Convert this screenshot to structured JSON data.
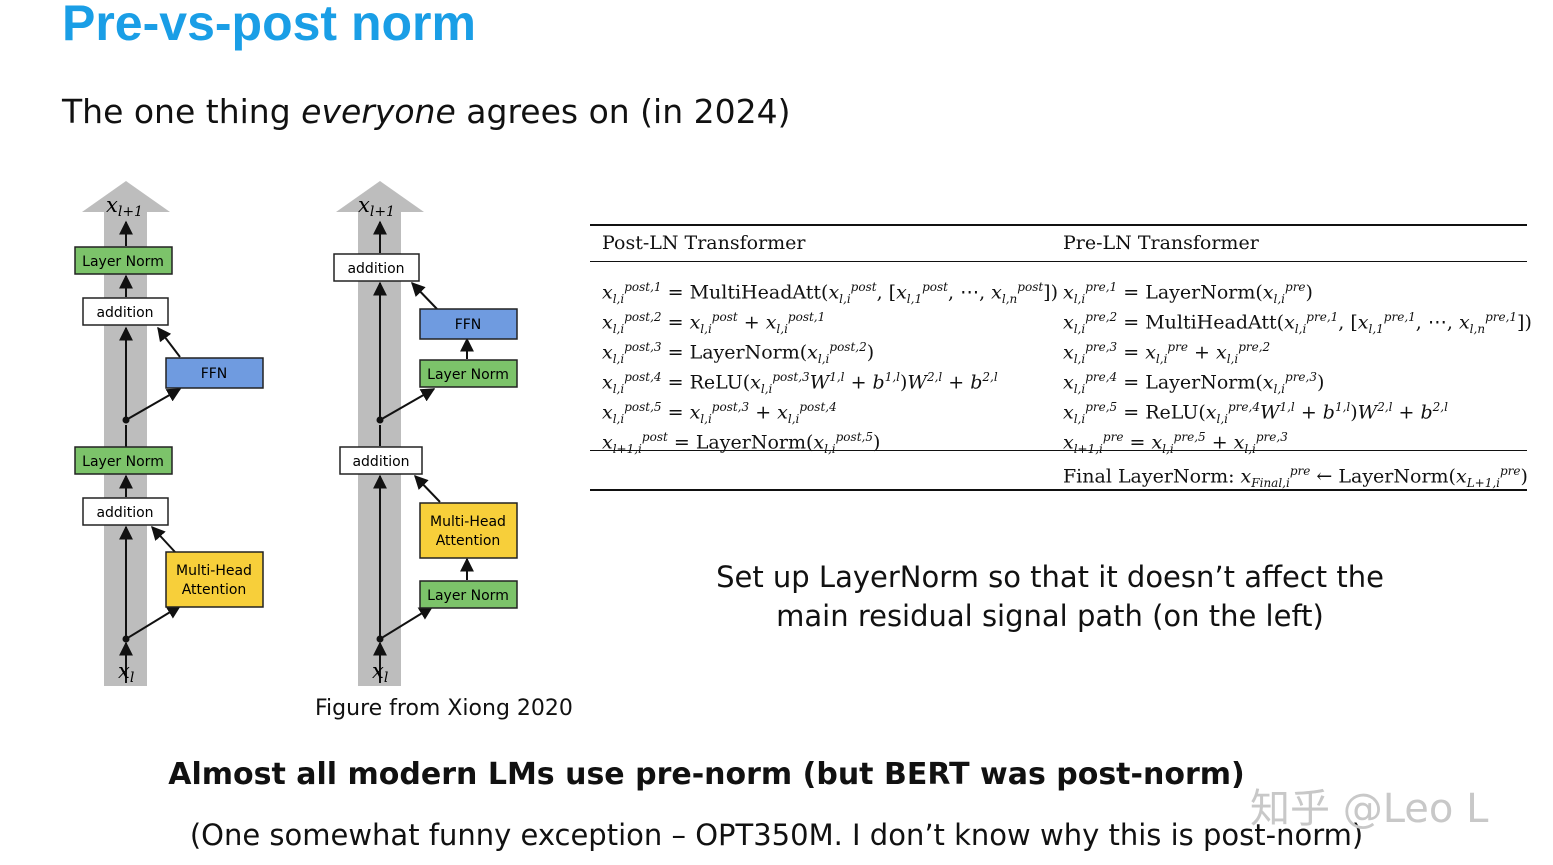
{
  "slide": {
    "title": "Pre-vs-post norm",
    "subtitle_pre": "The one thing ",
    "subtitle_em": "everyone",
    "subtitle_post": " agrees on (in 2024)",
    "caption": "Figure from Xiong 2020",
    "note_line1": "Set up LayerNorm so that it doesn’t affect the",
    "note_line2": "main residual signal path (on the left)",
    "bold_line": "Almost all modern LMs use pre-norm (but BERT was post-norm)",
    "paren_line": "(One somewhat funny exception – OPT350M. I don’t know why this is post-norm)",
    "watermark": "知乎 @Leo L"
  },
  "post_diagram": {
    "top_label": "x",
    "top_sub": "l+1",
    "bottom_label": "x",
    "bottom_sub": "l",
    "layer_norm_top": "Layer Norm",
    "addition_top": "addition",
    "ffn": "FFN",
    "layer_norm_bottom": "Layer Norm",
    "addition_bottom": "addition",
    "mha_line1": "Multi-Head",
    "mha_line2": "Attention"
  },
  "pre_diagram": {
    "top_label": "x",
    "top_sub": "l+1",
    "bottom_label": "x",
    "bottom_sub": "l",
    "addition_top": "addition",
    "ffn": "FFN",
    "layer_norm_mid": "Layer Norm",
    "addition_bottom": "addition",
    "mha_line1": "Multi-Head",
    "mha_line2": "Attention",
    "layer_norm_bottom": "Layer Norm"
  },
  "table": {
    "post_header": "Post-LN Transformer",
    "pre_header": "Pre-LN Transformer",
    "post_rows": [
      "x_{l,i}^{post,1} = MultiHeadAtt(x_{l,i}^{post}, [x_{l,1}^{post}, ⋯, x_{l,n}^{post}])",
      "x_{l,i}^{post,2} = x_{l,i}^{post} + x_{l,i}^{post,1}",
      "x_{l,i}^{post,3} = LayerNorm(x_{l,i}^{post,2})",
      "x_{l,i}^{post,4} = ReLU(x_{l,i}^{post,3}W^{1,l} + b^{1,l})W^{2,l} + b^{2,l}",
      "x_{l,i}^{post,5} = x_{l,i}^{post,3} + x_{l,i}^{post,4}",
      "x_{l+1,i}^{post} = LayerNorm(x_{l,i}^{post,5})"
    ],
    "pre_rows": [
      "x_{l,i}^{pre,1} = LayerNorm(x_{l,i}^{pre})",
      "x_{l,i}^{pre,2} = MultiHeadAtt(x_{l,i}^{pre,1}, [x_{l,1}^{pre,1}, ⋯, x_{l,n}^{pre,1}])",
      "x_{l,i}^{pre,3} = x_{l,i}^{pre} + x_{l,i}^{pre,2}",
      "x_{l,i}^{pre,4} = LayerNorm(x_{l,i}^{pre,3})",
      "x_{l,i}^{pre,5} = ReLU(x_{l,i}^{pre,4}W^{1,l} + b^{1,l})W^{2,l} + b^{2,l}",
      "x_{l+1,i}^{pre} = x_{l,i}^{pre,5} + x_{l,i}^{pre,3}"
    ],
    "final_row": "Final LayerNorm: x_{Final,i}^{pre} ← LayerNorm(x_{L+1,i}^{pre})"
  },
  "colors": {
    "title": "#1a9ee6",
    "layer_norm_fill": "#7cc36a",
    "ffn_fill": "#6f9be0",
    "mha_fill": "#f7cf3a",
    "residual_band": "#bdbdbd"
  }
}
